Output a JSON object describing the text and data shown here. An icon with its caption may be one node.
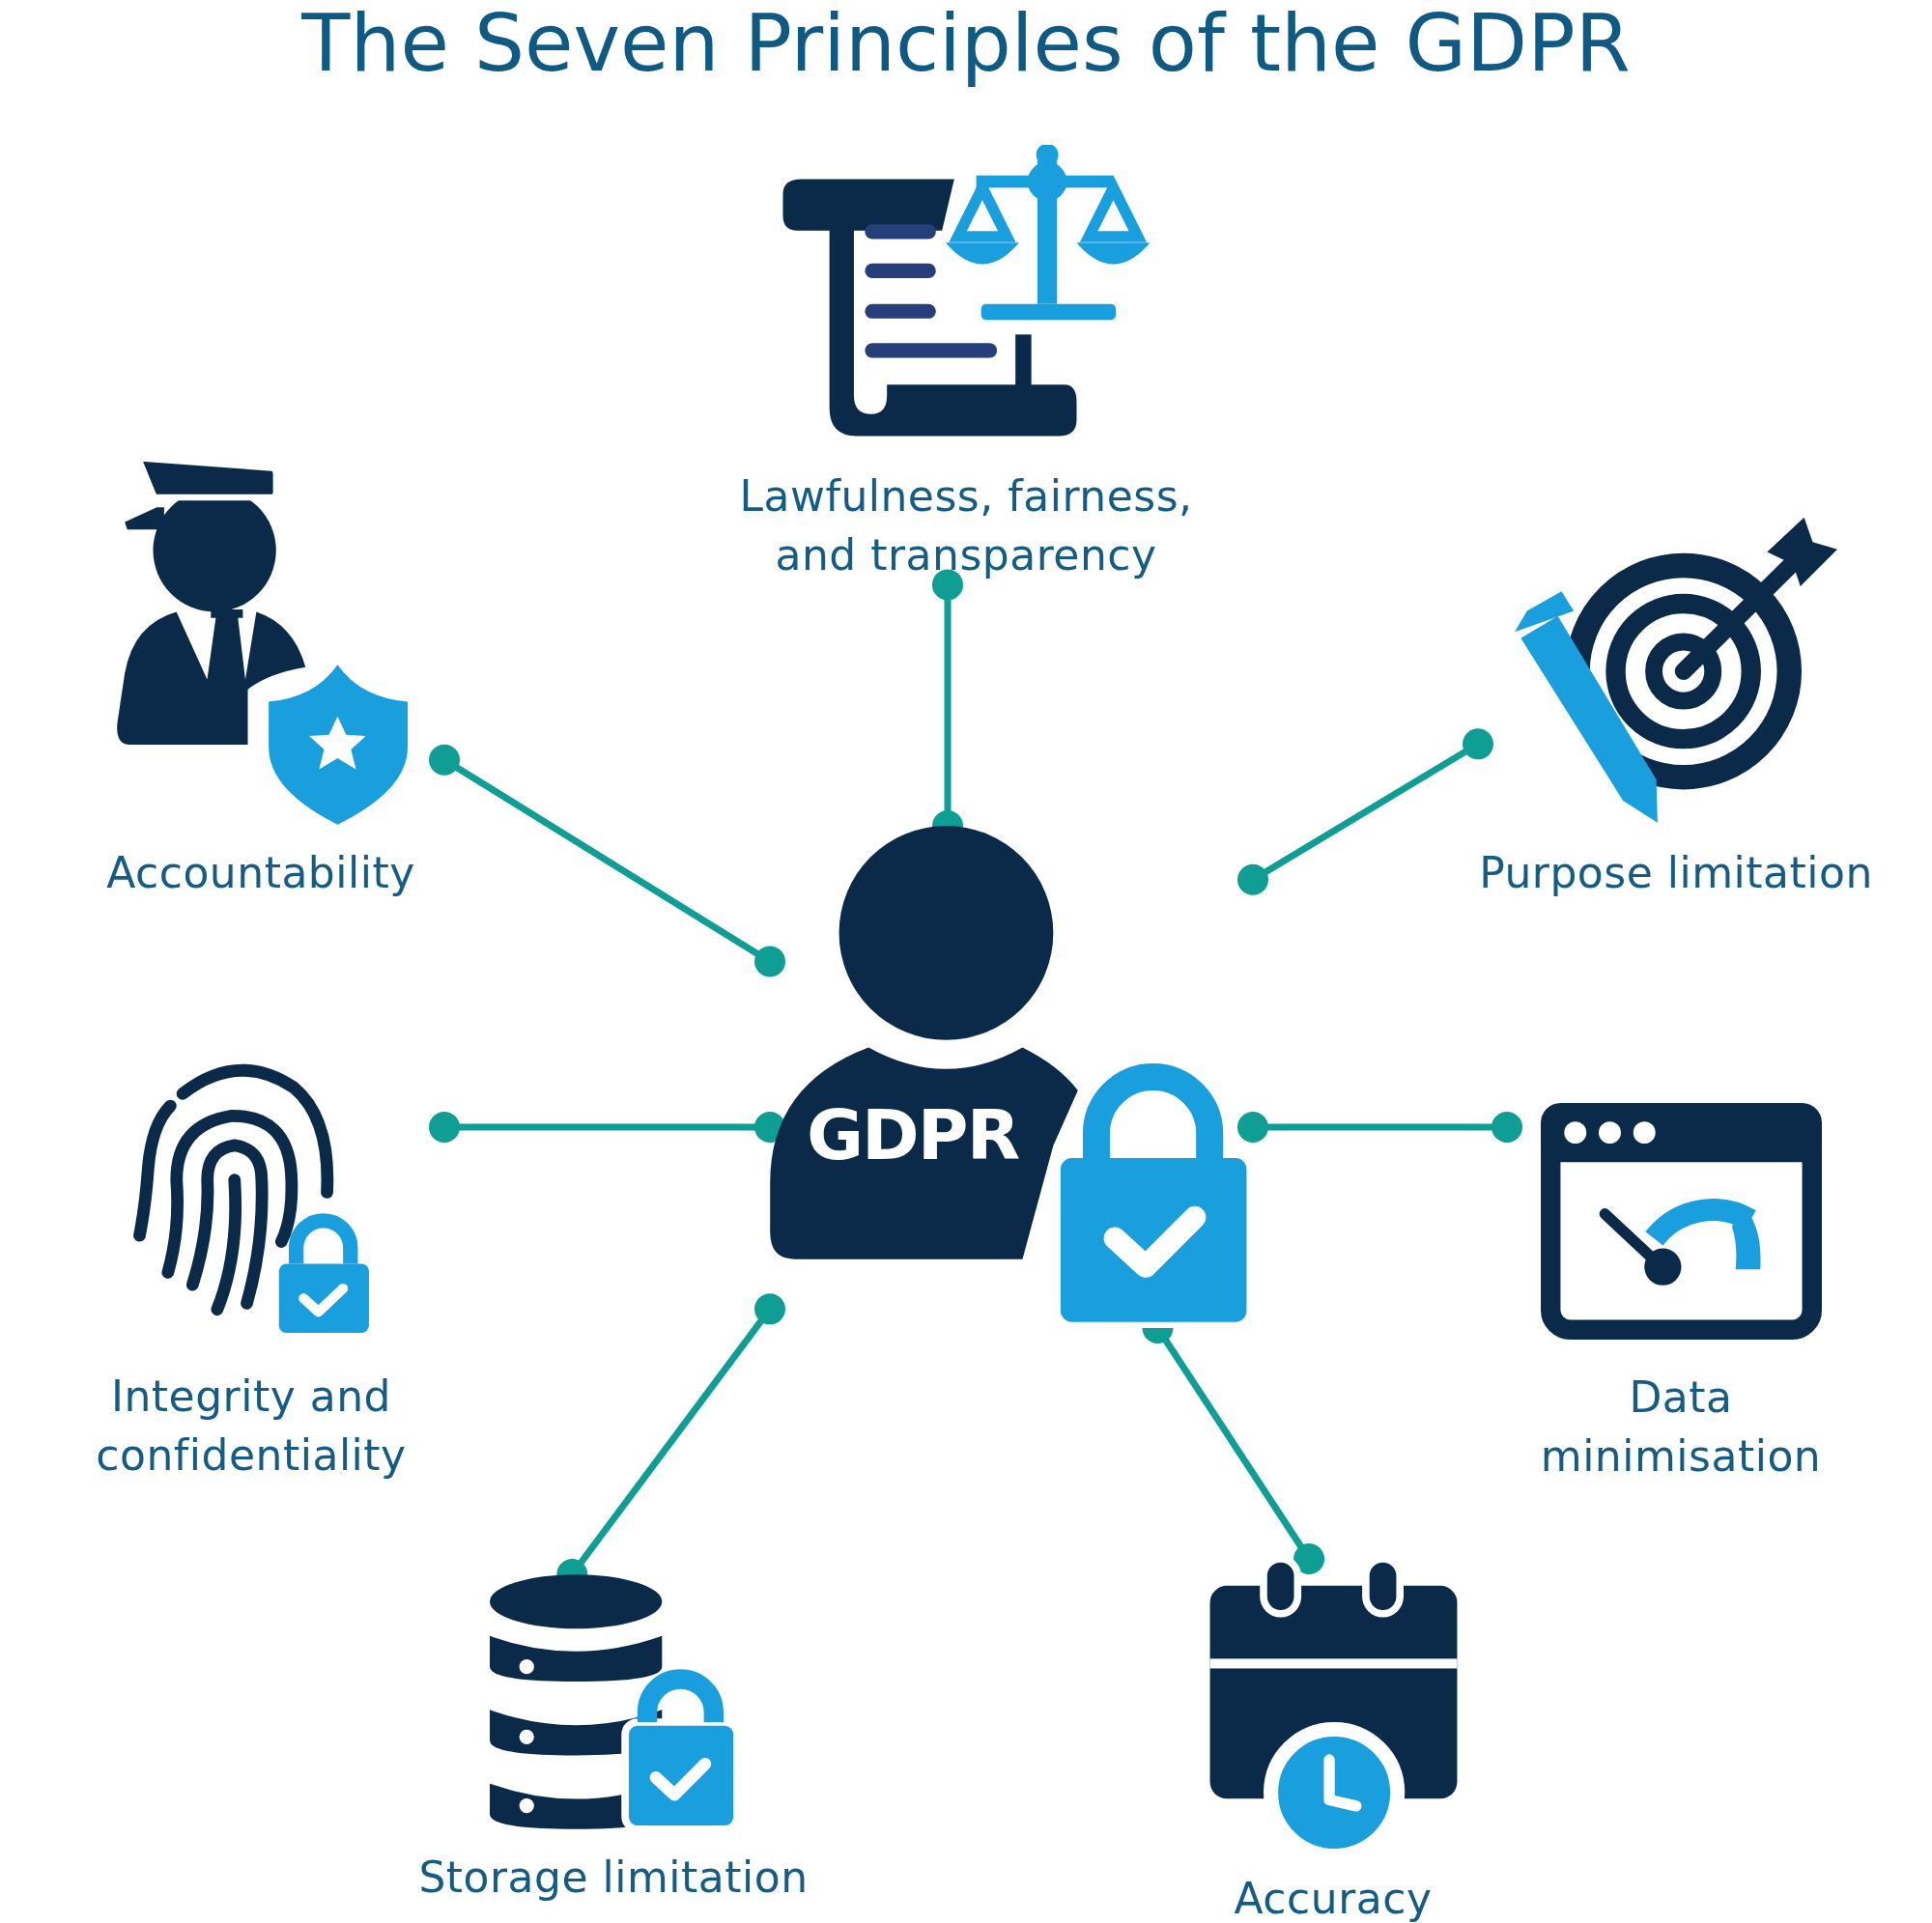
{
  "diagram": {
    "title": "The Seven Principles of the GDPR",
    "nodes": [
      {
        "text": [
          "GDPR"
        ]
      },
      {
        "text": [
          "Lawfulness, fairness, and transparency"
        ]
      },
      {
        "text": [
          "Accountability"
        ]
      },
      {
        "text": [
          "Purpose limitation"
        ]
      },
      {
        "text": [
          "Integrity and confidentiality"
        ]
      },
      {
        "text": [
          "Data minimisation"
        ]
      },
      {
        "text": [
          "Storage limitation"
        ]
      },
      {
        "text": [
          "Accuracy"
        ]
      }
    ],
    "edges": [
      {
        "from": 0,
        "to": 1,
        "arrow": "other"
      },
      {
        "from": 0,
        "to": 2,
        "arrow": "other"
      },
      {
        "from": 0,
        "to": 3,
        "arrow": "other"
      },
      {
        "from": 0,
        "to": 4,
        "arrow": "other"
      },
      {
        "from": 0,
        "to": 5,
        "arrow": "other"
      },
      {
        "from": 0,
        "to": 6,
        "arrow": "other"
      },
      {
        "from": 0,
        "to": 7,
        "arrow": "other"
      }
    ]
  }
}
